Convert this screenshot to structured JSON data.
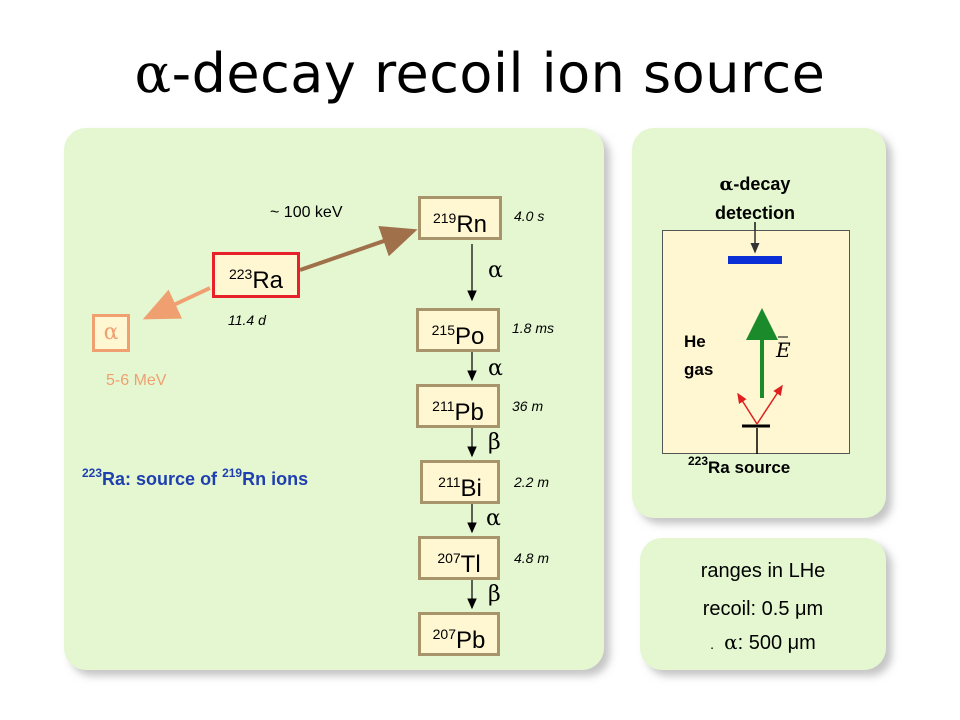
{
  "title": {
    "alpha": "α",
    "text": "-decay recoil ion source"
  },
  "chain": {
    "rn219": {
      "mass": "219",
      "symbol": "Rn",
      "half_life": "4.0 s"
    },
    "ra223": {
      "mass": "223",
      "symbol": "Ra",
      "half_life": "11.4 d"
    },
    "po215": {
      "mass": "215",
      "symbol": "Po",
      "half_life": "1.8 ms"
    },
    "pb211": {
      "mass": "211",
      "symbol": "Pb",
      "half_life": "36 m"
    },
    "bi211": {
      "mass": "211",
      "symbol": "Bi",
      "half_life": "2.2 m"
    },
    "tl207": {
      "mass": "207",
      "symbol": "Tl",
      "half_life": "4.8 m"
    },
    "pb207": {
      "mass": "207",
      "symbol": "Pb"
    },
    "recoil_energy": "~ 100 keV",
    "alpha_box": "α",
    "alpha_energy": "5-6 MeV",
    "decay_labels": [
      "α",
      "α",
      "β",
      "α",
      "β"
    ],
    "source_label": {
      "mass1": "223",
      "text1": "Ra: source of ",
      "mass2": "219",
      "text2": "Rn ions"
    }
  },
  "detector": {
    "label_alpha": "α",
    "label_line1": "-decay",
    "label_line2": "detection",
    "gas_line1": "He",
    "gas_line2": "gas",
    "field_symbol": "E",
    "source_mass": "223",
    "source_text": "Ra source",
    "colors": {
      "detector": "#0a2fd6",
      "field": "#1b8a2b",
      "alpha_tracks": "#e02020"
    }
  },
  "ranges": {
    "heading": "ranges in LHe",
    "recoil": "recoil: 0.5 μm",
    "dot": ".",
    "alpha_sym": "α",
    "alpha_text": ": 500 μm"
  },
  "colors": {
    "ra_box_border": "#e8202a",
    "alpha_orange": "#f0a070",
    "arrow_brown": "#a0704a",
    "source_text": "#1f3fb0"
  }
}
